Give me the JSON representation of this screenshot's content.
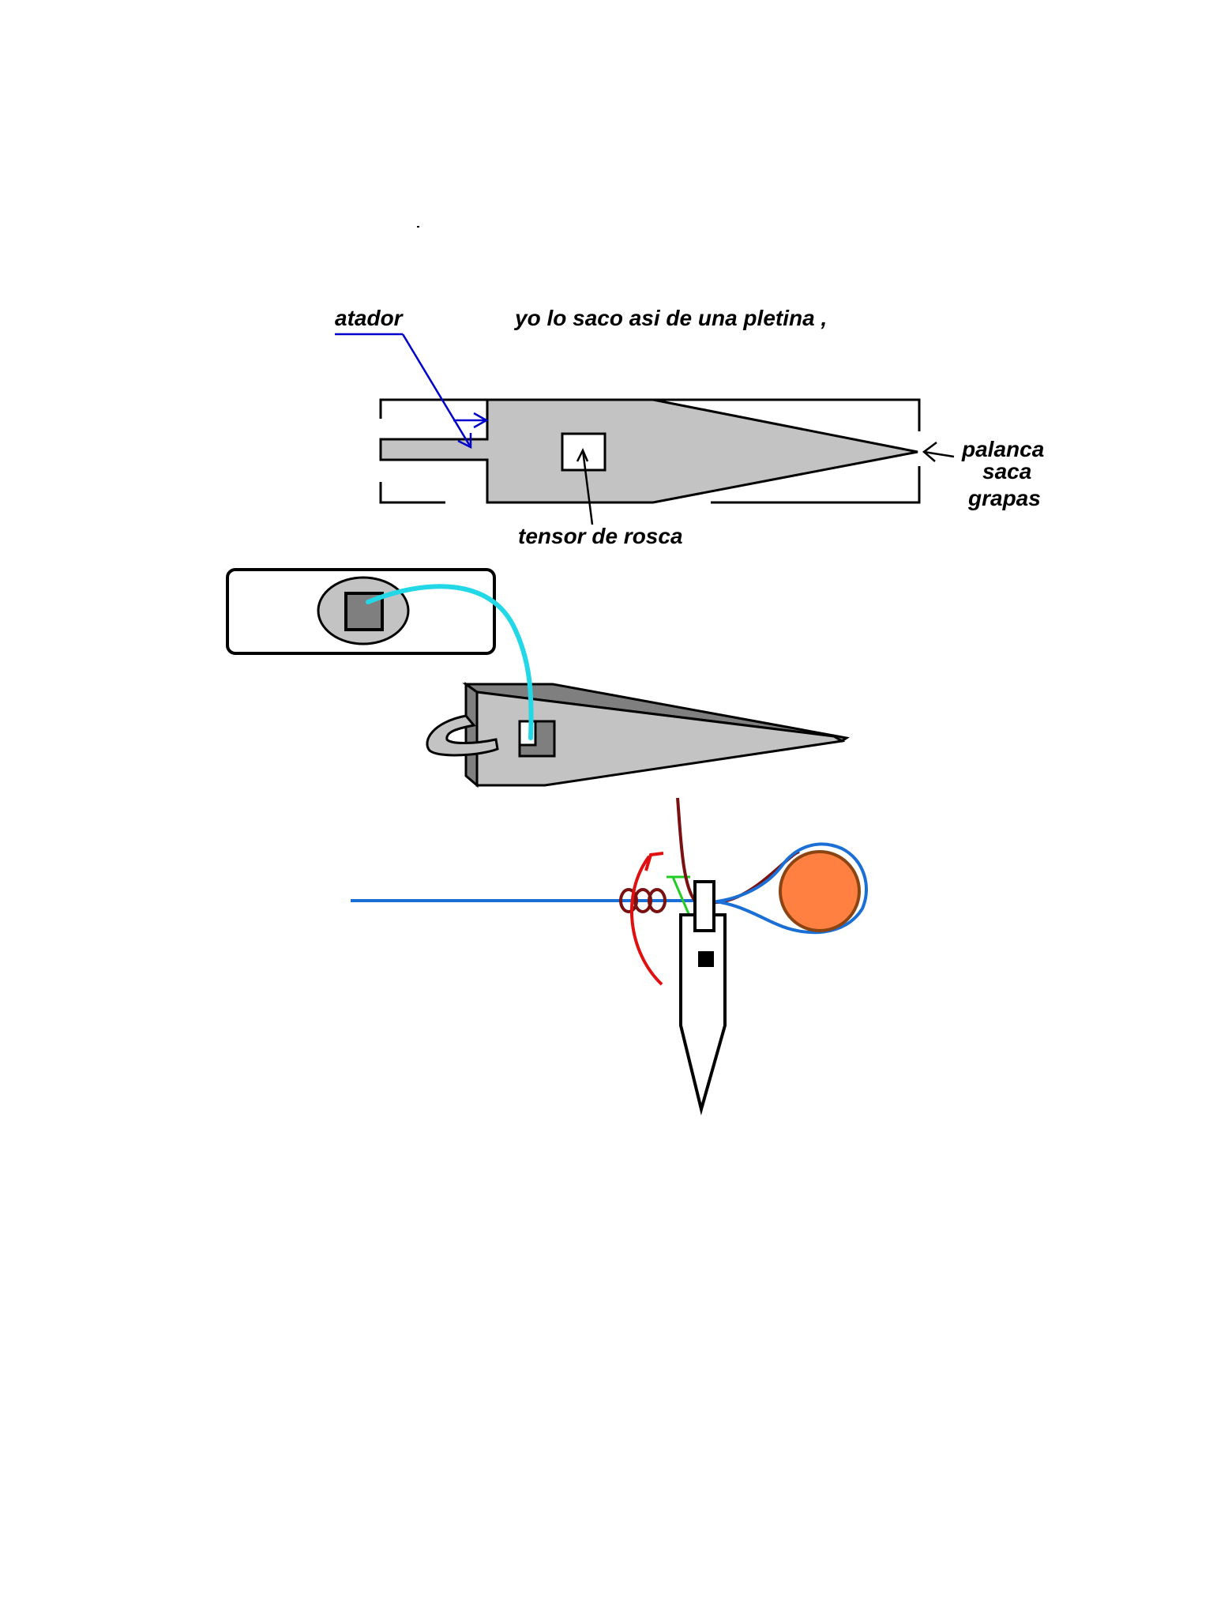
{
  "labels": {
    "atador": "atador",
    "heading": "yo lo saco asi de una pletina ,",
    "palanca_line1": "palanca",
    "palanca_line2": "saca",
    "palanca_line3": "grapas",
    "tensor": "tensor de rosca"
  },
  "colors": {
    "plate_gray": "#c3c3c3",
    "plate_dark": "#7f7f7f",
    "pointer_blue": "#0000cc",
    "cyan_wire": "#22d8e6",
    "line_blue": "#1a6fd6",
    "dark_red": "#7a1010",
    "red_arrow": "#e01010",
    "green_thread": "#22cc22",
    "orange_spool": "#ff8040",
    "spool_rim": "#8b4513"
  }
}
